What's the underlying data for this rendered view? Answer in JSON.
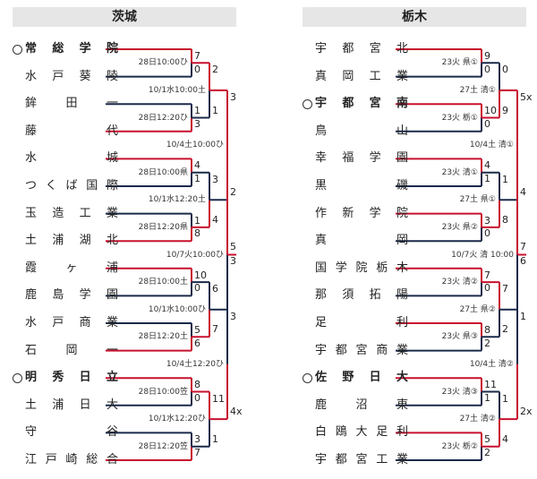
{
  "left": {
    "title": "茨城",
    "teams": [
      {
        "name": "常総学院",
        "win": true
      },
      {
        "name": "水戸葵陵",
        "win": false
      },
      {
        "name": "鉾田一",
        "win": false
      },
      {
        "name": "藤代",
        "win": false
      },
      {
        "name": "水城",
        "win": false
      },
      {
        "name": "つくば国際",
        "win": false
      },
      {
        "name": "玉造工業",
        "win": false
      },
      {
        "name": "土浦湖北",
        "win": false
      },
      {
        "name": "霞ヶ浦",
        "win": false
      },
      {
        "name": "鹿島学園",
        "win": false
      },
      {
        "name": "水戸商業",
        "win": false
      },
      {
        "name": "石岡一",
        "win": false
      },
      {
        "name": "明秀日立",
        "win": true
      },
      {
        "name": "土浦日大",
        "win": false
      },
      {
        "name": "守谷",
        "win": false
      },
      {
        "name": "江戸崎総合",
        "win": false
      }
    ],
    "r1": [
      {
        "label": "28日10:00ひ",
        "top": "7",
        "bot": "0"
      },
      {
        "label": "28日12:20ひ",
        "top": "1",
        "bot": "3"
      },
      {
        "label": "28日10:00県",
        "top": "4",
        "bot": "1"
      },
      {
        "label": "28日12:20県",
        "top": "1",
        "bot": "8"
      },
      {
        "label": "28日10:00土",
        "top": "10",
        "bot": "0"
      },
      {
        "label": "28日12:20土",
        "top": "5",
        "bot": "6"
      },
      {
        "label": "28日10:00笠",
        "top": "8",
        "bot": "0"
      },
      {
        "label": "28日12:20笠",
        "top": "3",
        "bot": "7"
      }
    ],
    "r2": [
      {
        "label": "10/1水10:00土",
        "top": "2",
        "bot": "1"
      },
      {
        "label": "10/1水12:20土",
        "top": "3",
        "bot": "4"
      },
      {
        "label": "10/1水10:00ひ",
        "top": "6",
        "bot": "7"
      },
      {
        "label": "10/1水12:20ひ",
        "top": "11",
        "bot": "1"
      }
    ],
    "r3": [
      {
        "label": "10/4土10:00ひ",
        "top": "3",
        "bot": "2"
      },
      {
        "label": "10/4土12:20ひ",
        "top": "3",
        "bot": "4x"
      }
    ],
    "final": {
      "label": "10/7火10:00ひ",
      "top": "5",
      "bot": "3"
    }
  },
  "right": {
    "title": "栃木",
    "teams": [
      {
        "name": "宇都宮北",
        "win": false
      },
      {
        "name": "真岡工業",
        "win": false
      },
      {
        "name": "宇都宮南",
        "win": true
      },
      {
        "name": "鳥山",
        "win": false
      },
      {
        "name": "幸福学園",
        "win": false
      },
      {
        "name": "黒磯",
        "win": false
      },
      {
        "name": "作新学院",
        "win": false
      },
      {
        "name": "真岡",
        "win": false
      },
      {
        "name": "国学院栃木",
        "win": false
      },
      {
        "name": "那須拓陽",
        "win": false
      },
      {
        "name": "足利",
        "win": false
      },
      {
        "name": "宇都宮商業",
        "win": false
      },
      {
        "name": "佐野日大",
        "win": true
      },
      {
        "name": "鹿沼東",
        "win": false
      },
      {
        "name": "白鴎大足利",
        "win": false
      },
      {
        "name": "宇都宮工業",
        "win": false
      }
    ],
    "r1": [
      {
        "label": "23火 県①",
        "top": "9",
        "bot": "0"
      },
      {
        "label": "23火 栃①",
        "top": "10",
        "bot": "0"
      },
      {
        "label": "23火 清①",
        "top": "4",
        "bot": "1"
      },
      {
        "label": "23火 県②",
        "top": "3",
        "bot": "0"
      },
      {
        "label": "23火 清②",
        "top": "7",
        "bot": "0"
      },
      {
        "label": "23火 県③",
        "top": "8",
        "bot": "2"
      },
      {
        "label": "23火 清③",
        "top": "11",
        "bot": "1"
      },
      {
        "label": "23火 栃②",
        "top": "5",
        "bot": "2"
      }
    ],
    "r2": [
      {
        "label": "27土 清①",
        "top": "0",
        "bot": "9"
      },
      {
        "label": "27土 県①",
        "top": "1",
        "bot": "8"
      },
      {
        "label": "27土 県②",
        "top": "7",
        "bot": "2"
      },
      {
        "label": "27土 清②",
        "top": "1",
        "bot": "4"
      }
    ],
    "r3": [
      {
        "label": "10/4土 清①",
        "top": "5x",
        "bot": "4"
      },
      {
        "label": "10/4土 清②",
        "top": "1",
        "bot": "2x"
      }
    ],
    "final": {
      "label": "10/7火 清 10:00",
      "top": "7",
      "bot": "6"
    }
  },
  "colors": {
    "win": "#c8102e",
    "lose": "#1a2a4a"
  }
}
